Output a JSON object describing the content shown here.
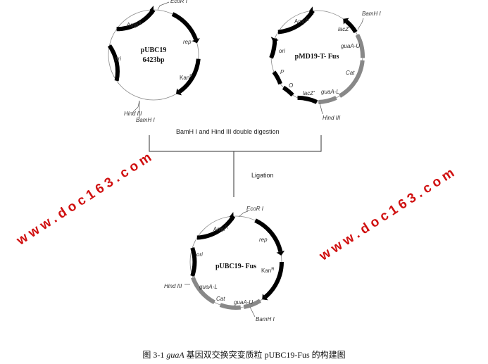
{
  "plasmids": [
    {
      "name": "pUBC19",
      "size": "6423bp",
      "labels": [
        "EcoR I",
        "Amp R",
        "rep",
        "ori",
        "Kan R",
        "Hind III",
        "BamH I"
      ]
    },
    {
      "name": "pMD19-T- Fus",
      "labels": [
        "BamH I",
        "Amp R",
        "lacZ",
        "guaA-U",
        "ori",
        "P",
        "Cat",
        "O",
        "lacZ'",
        "guaA-L",
        "Hind III"
      ]
    },
    {
      "name": "pUBC19- Fus",
      "labels": [
        "EcoR I",
        "Amp R",
        "rep",
        "ori",
        "Kan R",
        "Hind III",
        "guaA-L",
        "Cat",
        "guaA-U",
        "BamH I"
      ]
    }
  ],
  "steps": {
    "digestion": "BamH I and Hind III double digestion",
    "ligation": "Ligation"
  },
  "watermark": "www.doc163.com",
  "caption": {
    "prefix": "图 3-1 ",
    "gene": "guaA",
    "rest": " 基因双交换突变质粒 pUBC19-Fus 的构建图"
  },
  "colors": {
    "black_segment": "#000000",
    "gray_segment": "#888888",
    "watermark": "#d01010"
  }
}
